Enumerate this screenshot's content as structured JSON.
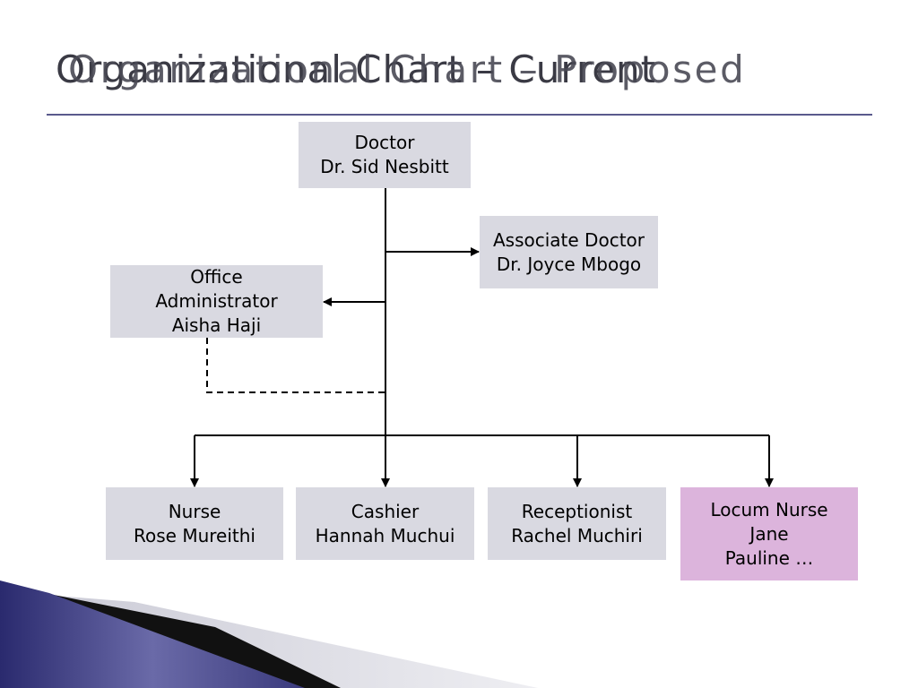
{
  "title": {
    "main": "Organizational Chart – Current",
    "overlay": "Organizational Chart – Proposed"
  },
  "nodes": {
    "doctor": {
      "role": "Doctor",
      "name": "Dr. Sid Nesbitt"
    },
    "associate": {
      "role": "Associate Doctor",
      "name": "Dr. Joyce Mbogo"
    },
    "office": {
      "role_line1": "Office",
      "role_line2": "Administrator",
      "name": "Aisha Haji"
    },
    "nurse": {
      "role": "Nurse",
      "name": "Rose Mureithi"
    },
    "cashier": {
      "role": "Cashier",
      "name": "Hannah Muchui"
    },
    "receptionist": {
      "role": "Receptionist",
      "name": "Rachel Muchiri"
    },
    "locum": {
      "role": "Locum Nurse",
      "name1": "Jane",
      "name2": "Pauline …"
    }
  },
  "colors": {
    "box_fill": "#d9d9e1",
    "locum_fill": "#dcb4dc",
    "title_rule": "#5a5a8c",
    "corner_dark": "#1e1e5a"
  }
}
